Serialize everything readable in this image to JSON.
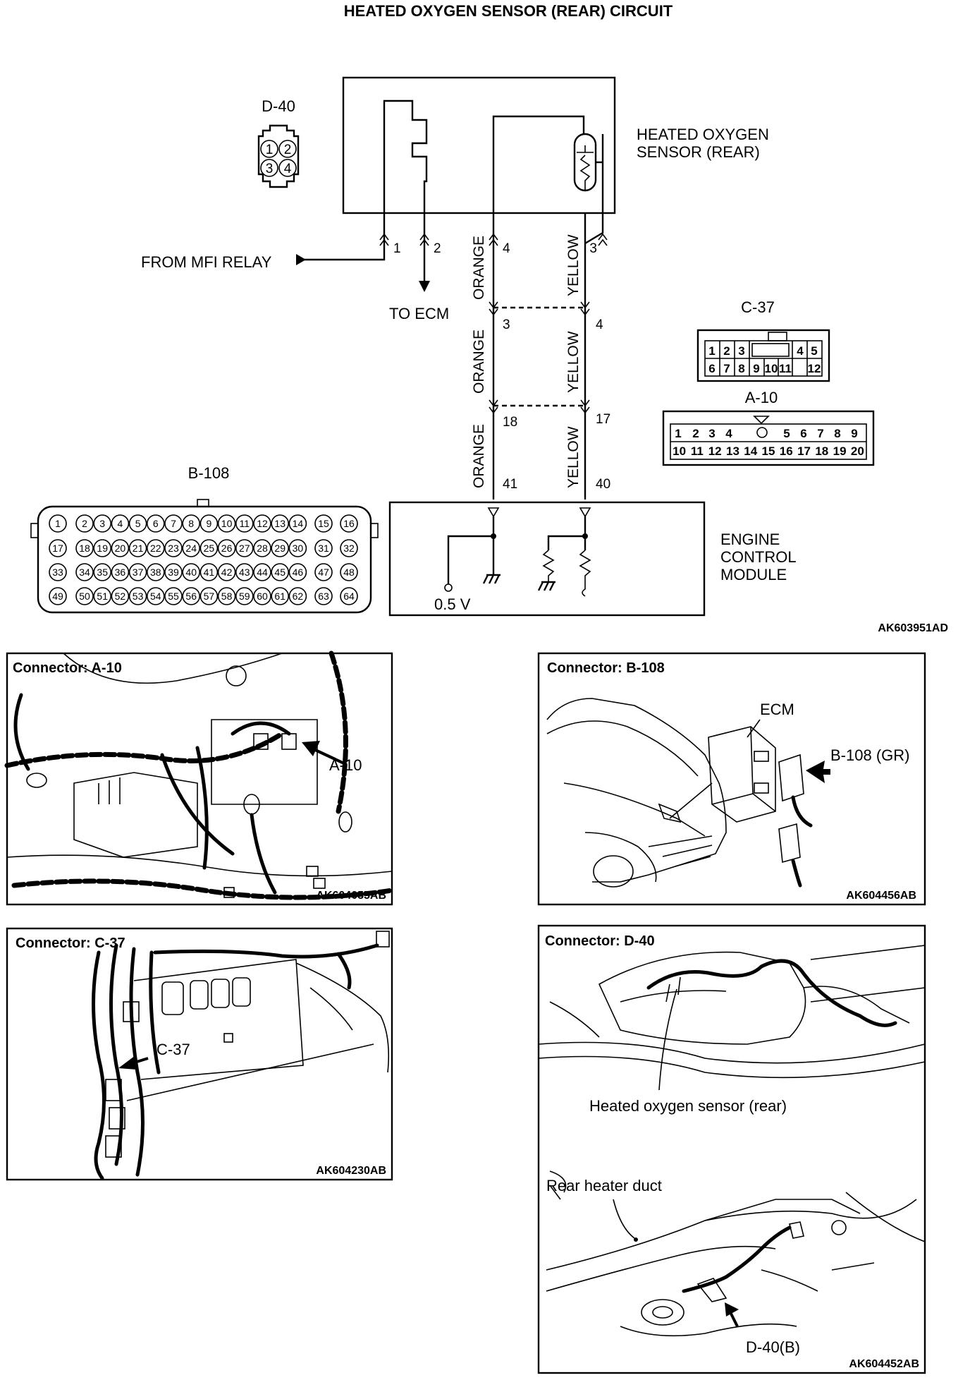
{
  "title": "HEATED OXYGEN SENSOR (REAR) CIRCUIT",
  "sensor_label": [
    "HEATED OXYGEN",
    "SENSOR (REAR)"
  ],
  "ecm_label": [
    "ENGINE",
    "CONTROL",
    "MODULE"
  ],
  "from_relay": "FROM MFI RELAY",
  "to_ecm": "TO ECM",
  "voltage": "0.5 V",
  "diagram_code": "AK603951AD",
  "wires": {
    "orange": "ORANGE",
    "yellow": "YELLOW"
  },
  "pins": {
    "sensor": [
      "1",
      "2",
      "4",
      "3"
    ],
    "c37": [
      "3",
      "4"
    ],
    "a10": [
      "18",
      "17"
    ],
    "ecm": [
      "41",
      "40"
    ]
  },
  "connectors": {
    "d40": {
      "name": "D-40",
      "pins": [
        "1",
        "2",
        "3",
        "4"
      ]
    },
    "c37": {
      "name": "C-37",
      "row1": [
        "1",
        "2",
        "3",
        "",
        "4",
        "5"
      ],
      "row2": [
        "6",
        "7",
        "8",
        "9",
        "10",
        "11",
        "12"
      ]
    },
    "a10": {
      "name": "A-10",
      "row1": [
        "1",
        "2",
        "3",
        "4",
        "",
        "5",
        "6",
        "7",
        "8",
        "9"
      ],
      "row2": [
        "10",
        "11",
        "12",
        "13",
        "14",
        "15",
        "16",
        "17",
        "18",
        "19",
        "20"
      ]
    },
    "b108": {
      "name": "B-108",
      "rows": [
        [
          "1",
          "2",
          "3",
          "4",
          "5",
          "6",
          "7",
          "8",
          "9",
          "10",
          "11",
          "12",
          "13",
          "14",
          "15",
          "16"
        ],
        [
          "17",
          "18",
          "19",
          "20",
          "21",
          "22",
          "23",
          "24",
          "25",
          "26",
          "27",
          "28",
          "29",
          "30",
          "31",
          "32"
        ],
        [
          "33",
          "34",
          "35",
          "36",
          "37",
          "38",
          "39",
          "40",
          "41",
          "42",
          "43",
          "44",
          "45",
          "46",
          "47",
          "48"
        ],
        [
          "49",
          "50",
          "51",
          "52",
          "53",
          "54",
          "55",
          "56",
          "57",
          "58",
          "59",
          "60",
          "61",
          "62",
          "63",
          "64"
        ]
      ]
    }
  },
  "panels": {
    "a10": {
      "title": "Connector: A-10",
      "callout": "A-10",
      "code": "AK604055AB"
    },
    "b108": {
      "title": "Connector: B-108",
      "ecm": "ECM",
      "callout": "B-108 (GR)",
      "code": "AK604456AB"
    },
    "c37": {
      "title": "Connector: C-37",
      "callout": "C-37",
      "code": "AK604230AB"
    },
    "d40": {
      "title": "Connector: D-40",
      "sensor": "Heated oxygen sensor (rear)",
      "duct": "Rear heater duct",
      "callout": "D-40(B)",
      "code": "AK604452AB"
    }
  }
}
